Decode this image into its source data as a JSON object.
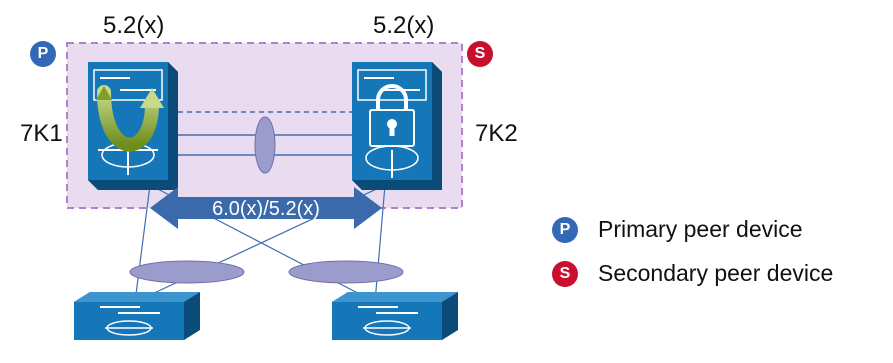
{
  "diagram": {
    "top_left_version": "5.2(x)",
    "top_right_version": "5.2(x)",
    "left_switch_name": "7K1",
    "right_switch_name": "7K2",
    "link_label": "6.0(x)/5.2(x)",
    "primary_badge": "P",
    "secondary_badge": "S"
  },
  "legend": {
    "primary": {
      "badge": "P",
      "text": "Primary peer device"
    },
    "secondary": {
      "badge": "S",
      "text": "Secondary peer device"
    }
  },
  "colors": {
    "switch_blue": "#1677b8",
    "primary_badge": "#3268b6",
    "secondary_badge": "#c8102e",
    "region_fill": "#eadcf0",
    "region_border": "#b57fd0",
    "link_arrow": "#3a6aab",
    "ellipse": "#9c9ccc",
    "upgrade_arrow": "#7e9f2a"
  }
}
